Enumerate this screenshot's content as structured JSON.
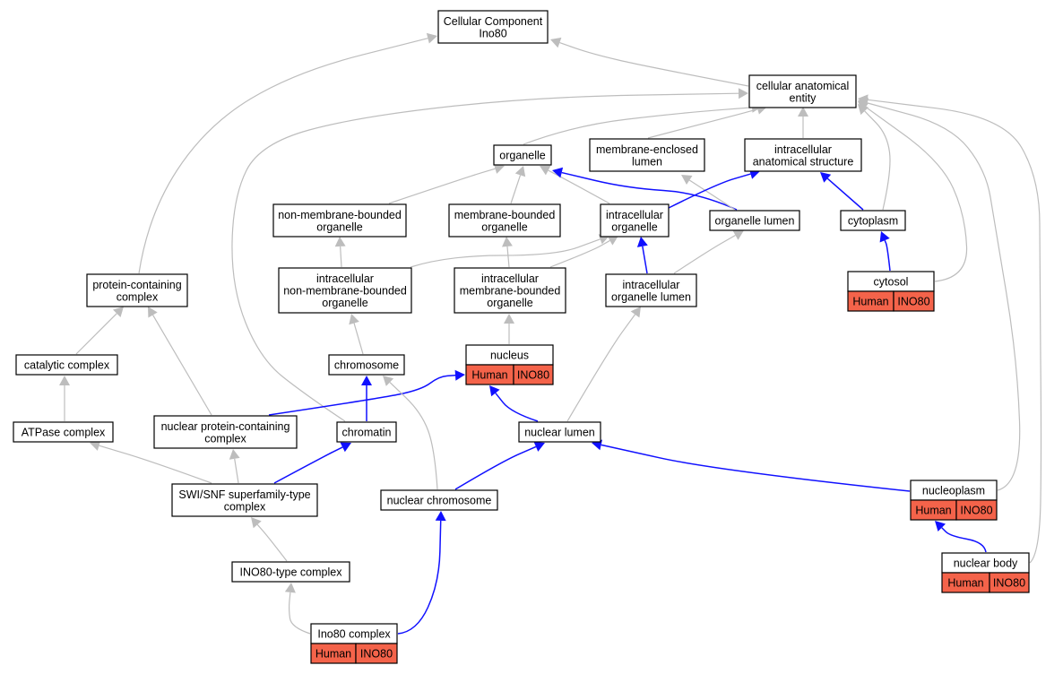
{
  "graph": {
    "nodes": [
      {
        "id": "cc",
        "lines": [
          "Cellular Component",
          "Ino80"
        ]
      },
      {
        "id": "cae",
        "lines": [
          "cellular anatomical",
          "entity"
        ]
      },
      {
        "id": "organelle",
        "lines": [
          "organelle"
        ]
      },
      {
        "id": "mel",
        "lines": [
          "membrane-enclosed",
          "lumen"
        ]
      },
      {
        "id": "ias",
        "lines": [
          "intracellular",
          "anatomical structure"
        ]
      },
      {
        "id": "nmbo",
        "lines": [
          "non-membrane-bounded",
          "organelle"
        ]
      },
      {
        "id": "mbo",
        "lines": [
          "membrane-bounded",
          "organelle"
        ]
      },
      {
        "id": "io",
        "lines": [
          "intracellular",
          "organelle"
        ]
      },
      {
        "id": "ol",
        "lines": [
          "organelle lumen"
        ]
      },
      {
        "id": "cytoplasm",
        "lines": [
          "cytoplasm"
        ]
      },
      {
        "id": "cytosol",
        "lines": [
          "cytosol"
        ],
        "annot": [
          "Human",
          "INO80"
        ]
      },
      {
        "id": "pcc",
        "lines": [
          "protein-containing",
          "complex"
        ]
      },
      {
        "id": "inmbo",
        "lines": [
          "intracellular",
          "non-membrane-bounded",
          "organelle"
        ]
      },
      {
        "id": "imbo",
        "lines": [
          "intracellular",
          "membrane-bounded",
          "organelle"
        ]
      },
      {
        "id": "iol",
        "lines": [
          "intracellular",
          "organelle lumen"
        ]
      },
      {
        "id": "catc",
        "lines": [
          "catalytic complex"
        ]
      },
      {
        "id": "chromosome",
        "lines": [
          "chromosome"
        ]
      },
      {
        "id": "nucleus",
        "lines": [
          "nucleus"
        ],
        "annot": [
          "Human",
          "INO80"
        ]
      },
      {
        "id": "atpase",
        "lines": [
          "ATPase complex"
        ]
      },
      {
        "id": "npcc",
        "lines": [
          "nuclear protein-containing",
          "complex"
        ]
      },
      {
        "id": "chromatin",
        "lines": [
          "chromatin"
        ]
      },
      {
        "id": "nl",
        "lines": [
          "nuclear lumen"
        ]
      },
      {
        "id": "swisnf",
        "lines": [
          "SWI/SNF superfamily-type",
          "complex"
        ]
      },
      {
        "id": "nchrom",
        "lines": [
          "nuclear chromosome"
        ]
      },
      {
        "id": "nucleoplasm",
        "lines": [
          "nucleoplasm"
        ],
        "annot": [
          "Human",
          "INO80"
        ]
      },
      {
        "id": "ino80t",
        "lines": [
          "INO80-type complex"
        ]
      },
      {
        "id": "nbody",
        "lines": [
          "nuclear body"
        ],
        "annot": [
          "Human",
          "INO80"
        ]
      },
      {
        "id": "ino80c",
        "lines": [
          "Ino80 complex"
        ],
        "annot": [
          "Human",
          "INO80"
        ]
      }
    ],
    "edges": [
      {
        "from": "cae",
        "to": "cc",
        "kind": "is_a"
      },
      {
        "from": "pcc",
        "to": "cc",
        "kind": "is_a"
      },
      {
        "from": "organelle",
        "to": "cae",
        "kind": "is_a"
      },
      {
        "from": "mel",
        "to": "cae",
        "kind": "is_a"
      },
      {
        "from": "ias",
        "to": "cae",
        "kind": "is_a"
      },
      {
        "from": "cytoplasm",
        "to": "cae",
        "kind": "is_a"
      },
      {
        "from": "cytosol",
        "to": "cae",
        "kind": "is_a"
      },
      {
        "from": "nucleoplasm",
        "to": "cae",
        "kind": "is_a"
      },
      {
        "from": "nbody",
        "to": "cae",
        "kind": "is_a"
      },
      {
        "from": "chromatin",
        "to": "cae",
        "kind": "is_a"
      },
      {
        "from": "nmbo",
        "to": "organelle",
        "kind": "is_a"
      },
      {
        "from": "mbo",
        "to": "organelle",
        "kind": "is_a"
      },
      {
        "from": "io",
        "to": "organelle",
        "kind": "is_a"
      },
      {
        "from": "ol",
        "to": "organelle",
        "kind": "part_of"
      },
      {
        "from": "ol",
        "to": "mel",
        "kind": "is_a"
      },
      {
        "from": "io",
        "to": "ias",
        "kind": "part_of"
      },
      {
        "from": "cytoplasm",
        "to": "ias",
        "kind": "part_of"
      },
      {
        "from": "cytosol",
        "to": "cytoplasm",
        "kind": "part_of"
      },
      {
        "from": "inmbo",
        "to": "nmbo",
        "kind": "is_a"
      },
      {
        "from": "inmbo",
        "to": "io",
        "kind": "is_a"
      },
      {
        "from": "imbo",
        "to": "mbo",
        "kind": "is_a"
      },
      {
        "from": "imbo",
        "to": "io",
        "kind": "is_a"
      },
      {
        "from": "iol",
        "to": "io",
        "kind": "part_of"
      },
      {
        "from": "iol",
        "to": "ol",
        "kind": "is_a"
      },
      {
        "from": "catc",
        "to": "pcc",
        "kind": "is_a"
      },
      {
        "from": "npcc",
        "to": "pcc",
        "kind": "is_a"
      },
      {
        "from": "chromosome",
        "to": "inmbo",
        "kind": "is_a"
      },
      {
        "from": "nucleus",
        "to": "imbo",
        "kind": "is_a"
      },
      {
        "from": "atpase",
        "to": "catc",
        "kind": "is_a"
      },
      {
        "from": "npcc",
        "to": "nucleus",
        "kind": "part_of"
      },
      {
        "from": "chromatin",
        "to": "chromosome",
        "kind": "part_of"
      },
      {
        "from": "nl",
        "to": "nucleus",
        "kind": "part_of"
      },
      {
        "from": "nl",
        "to": "iol",
        "kind": "is_a"
      },
      {
        "from": "swisnf",
        "to": "atpase",
        "kind": "is_a"
      },
      {
        "from": "swisnf",
        "to": "npcc",
        "kind": "is_a"
      },
      {
        "from": "swisnf",
        "to": "chromatin",
        "kind": "part_of"
      },
      {
        "from": "nchrom",
        "to": "chromosome",
        "kind": "is_a"
      },
      {
        "from": "nchrom",
        "to": "nl",
        "kind": "part_of"
      },
      {
        "from": "nucleoplasm",
        "to": "nl",
        "kind": "part_of"
      },
      {
        "from": "ino80t",
        "to": "swisnf",
        "kind": "is_a"
      },
      {
        "from": "nbody",
        "to": "nucleoplasm",
        "kind": "part_of"
      },
      {
        "from": "ino80c",
        "to": "ino80t",
        "kind": "is_a"
      },
      {
        "from": "ino80c",
        "to": "nchrom",
        "kind": "part_of"
      }
    ]
  },
  "colors": {
    "is_a_edge": "#bdbdbd",
    "part_of_edge": "#1010ff",
    "annotation_fill": "#f4634a",
    "node_fill": "#ffffff",
    "node_stroke": "#000000"
  }
}
